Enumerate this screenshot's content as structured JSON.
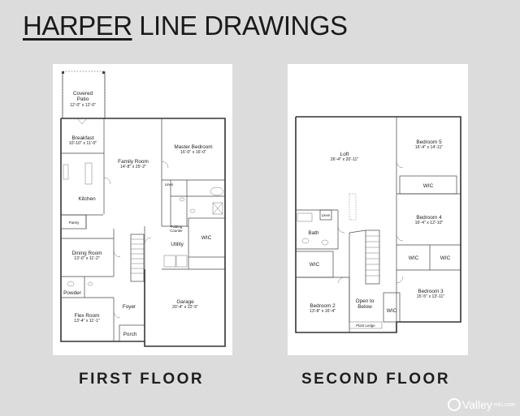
{
  "header": {
    "brand": "HARPER",
    "rest": " LINE DRAWINGS"
  },
  "first_floor": {
    "label": "FIRST FLOOR",
    "rooms": {
      "covered_patio": {
        "name": "Covered Patio",
        "name_l1": "Covered",
        "name_l2": "Patio",
        "dims": "12'-0\" x 12'-0\""
      },
      "breakfast": {
        "name": "Breakfast",
        "dims": "10'-10\" x 11'-0\""
      },
      "family_room": {
        "name": "Family Room",
        "dims": "14'-8\" x 25'-2\""
      },
      "master_bedroom": {
        "name": "Master Bedroom",
        "dims": "16'-0\" x 16'-0\""
      },
      "kitchen": {
        "name": "Kitchen"
      },
      "pantry": {
        "name": "Pantry"
      },
      "utility": {
        "name": "Utility"
      },
      "wic": {
        "name": "WIC"
      },
      "dining_room": {
        "name": "Dining Room",
        "dims": "13'-0\" x 11'-2\""
      },
      "powder": {
        "name": "Powder"
      },
      "flex_room": {
        "name": "Flex Room",
        "dims": "13'-4\" x 11'-1\""
      },
      "foyer": {
        "name": "Foyer"
      },
      "porch": {
        "name": "Porch"
      },
      "garage": {
        "name": "Garage",
        "dims": "20'-4\" x 22'-5\""
      },
      "folding_counter": {
        "l1": "Folding",
        "l2": "Counter"
      },
      "linen": {
        "name": "Linen"
      }
    }
  },
  "second_floor": {
    "label": "SECOND FLOOR",
    "rooms": {
      "loft": {
        "name": "Loft",
        "dims": "26'-4\" x 20'-11\""
      },
      "bedroom5": {
        "name": "Bedroom 5",
        "dims": "16'-4\" x 14'-11\""
      },
      "wic5": {
        "name": "WIC"
      },
      "bedroom4": {
        "name": "Bedroom 4",
        "dims": "16'-4\" x 12'-10\""
      },
      "wic4a": {
        "name": "WIC"
      },
      "wic4b": {
        "name": "WIC"
      },
      "bath": {
        "name": "Bath"
      },
      "linen": {
        "name": "Linen"
      },
      "wic2": {
        "name": "WIC"
      },
      "bedroom2": {
        "name": "Bedroom 2",
        "dims": "13'-8\" x 16'-4\""
      },
      "open_below": {
        "l1": "Open to",
        "l2": "Below"
      },
      "plant_ledge": {
        "name": "Plant Ledge"
      },
      "bedroom3": {
        "name": "Bedroom 3",
        "dims": "15'-5\" x 13'-11\""
      },
      "wic3": {
        "name": "WIC"
      }
    }
  },
  "watermark": {
    "text": "Valley",
    "suffix": "mls.com"
  }
}
